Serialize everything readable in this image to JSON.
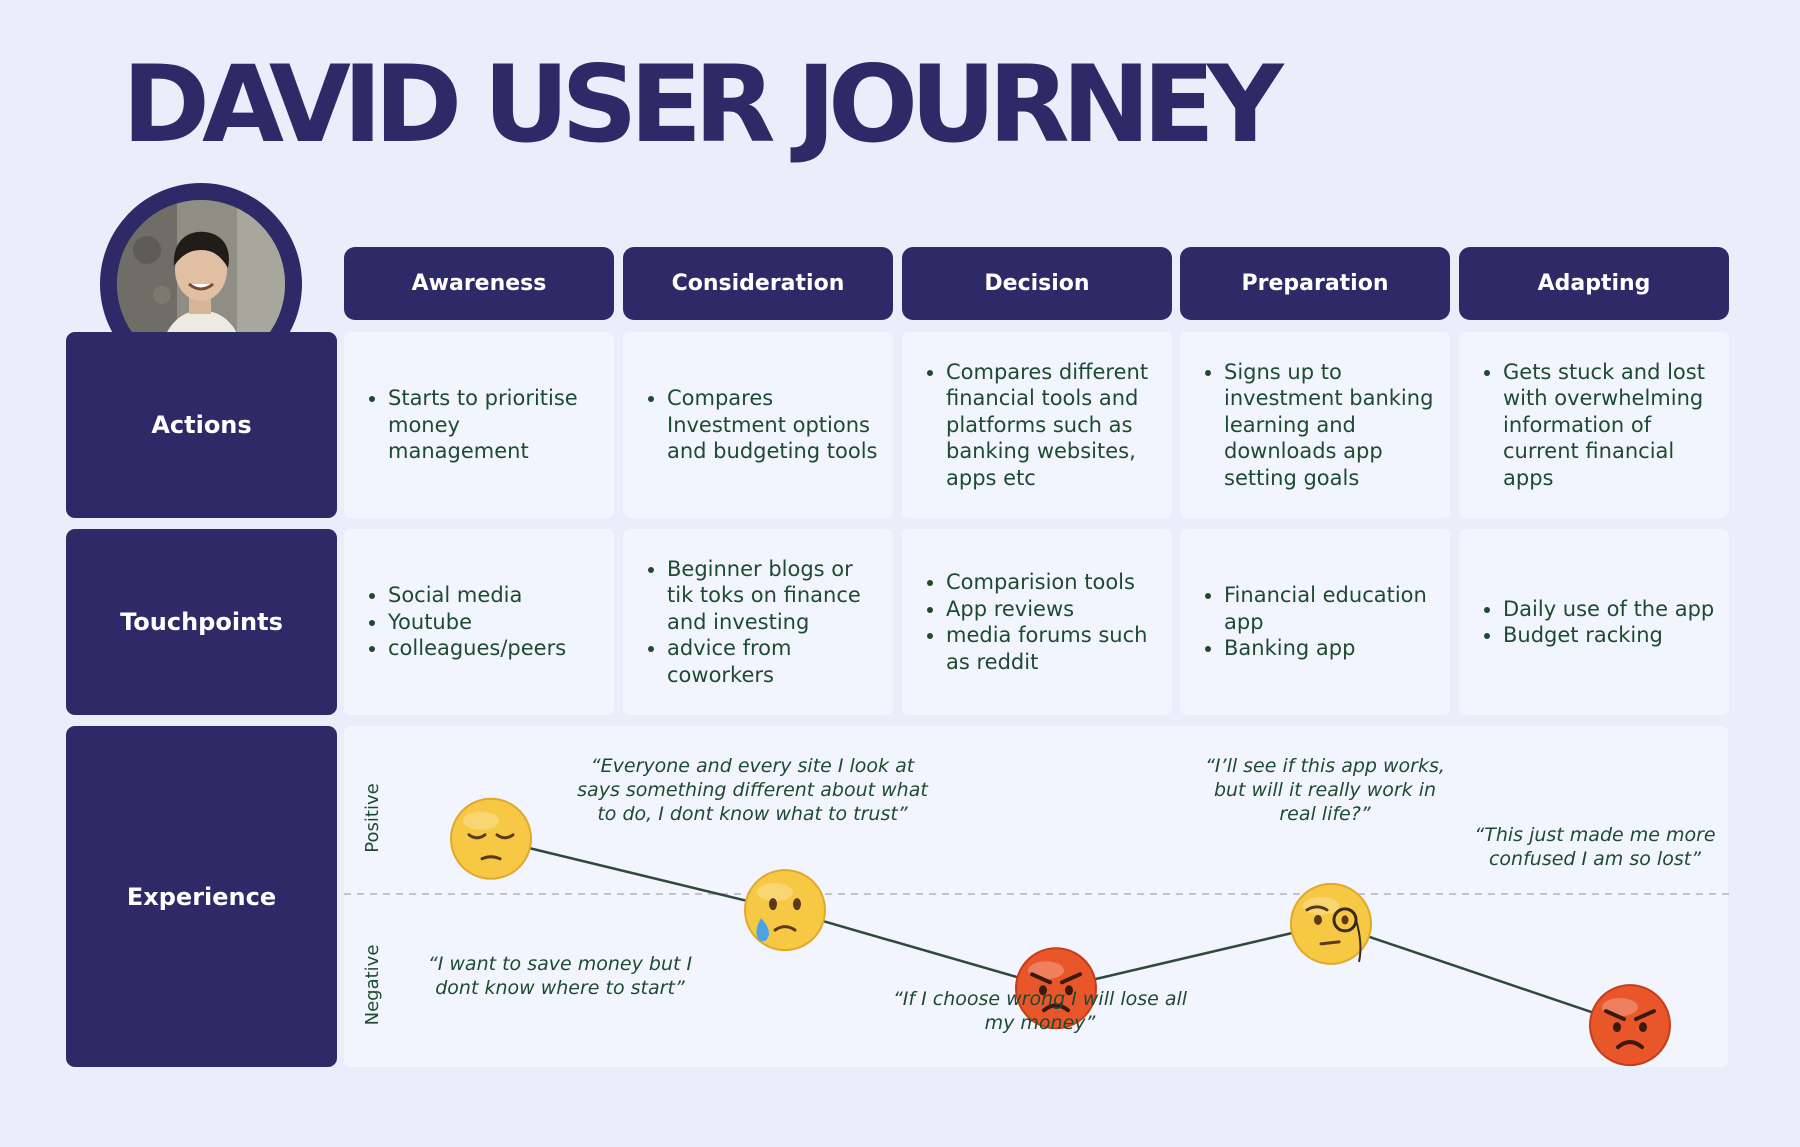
{
  "title": "DAVID USER JOURNEY",
  "colors": {
    "background": "#e9eefb",
    "header_fill": "#2e2a68",
    "cell_fill": "#f2f5fd",
    "text_green": "#1f4a32",
    "line": "#2f4a3c",
    "baseline_dash": "#bfc5cc"
  },
  "stages": [
    "Awareness",
    "Consideration",
    "Decision",
    "Preparation",
    "Adapting"
  ],
  "rows": {
    "actions": {
      "label": "Actions",
      "cells": [
        [
          "Starts to prioritise money management"
        ],
        [
          "Compares Investment options and budgeting tools"
        ],
        [
          "Compares different financial tools and platforms such as banking websites, apps etc"
        ],
        [
          "Signs up to investment banking learning and downloads app setting goals"
        ],
        [
          "Gets stuck and lost with overwhelming information of current financial apps"
        ]
      ]
    },
    "touchpoints": {
      "label": "Touchpoints",
      "cells": [
        [
          "Social media",
          "Youtube",
          "colleagues/peers"
        ],
        [
          "Beginner blogs or tik toks on finance and investing",
          "advice from coworkers"
        ],
        [
          "Comparision tools",
          "App reviews",
          "media forums such as reddit"
        ],
        [
          "Financial education app",
          "Banking app"
        ],
        [
          "Daily use of the app",
          "Budget racking"
        ]
      ]
    },
    "experience": {
      "label": "Experience",
      "positive_label": "Positive",
      "negative_label": "Negative"
    }
  },
  "chart_data": {
    "type": "line",
    "x": [
      "Awareness",
      "Consideration",
      "Decision",
      "Preparation",
      "Adapting"
    ],
    "y_range": [
      -1,
      1
    ],
    "baseline": 0,
    "ylabel_positive": "Positive",
    "ylabel_negative": "Negative",
    "points": [
      {
        "stage": "Awareness",
        "value": 0.24,
        "emoji": "pensive-face-icon",
        "quote": "“I want to save money but I dont know where to start”",
        "quote_side": "below"
      },
      {
        "stage": "Consideration",
        "value": -0.07,
        "emoji": "crying-face-icon",
        "quote": "“Everyone and every site I look at says something different about what to do, I dont know what to trust”",
        "quote_side": "above"
      },
      {
        "stage": "Decision",
        "value": -0.41,
        "emoji": "angry-face-icon",
        "quote": "“If I choose wrong I will lose all my money”",
        "quote_side": "below"
      },
      {
        "stage": "Preparation",
        "value": -0.13,
        "emoji": "face-with-monocle-icon",
        "quote": "“I’ll see if this app works, but will it really work in real life?”",
        "quote_side": "above"
      },
      {
        "stage": "Adapting",
        "value": -0.57,
        "emoji": "angry-face-icon",
        "quote": "“This just made me more confused I am so lost”",
        "quote_side": "above"
      }
    ]
  }
}
